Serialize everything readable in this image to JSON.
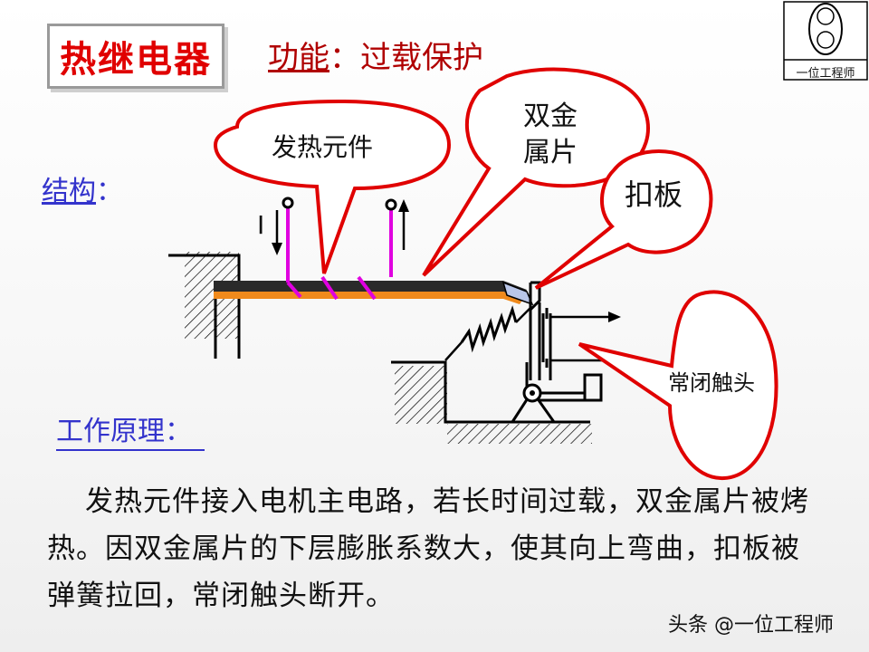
{
  "title": "热继电器",
  "function": {
    "label": "功能",
    "colon": "：",
    "value": "过载保护"
  },
  "structure_label": {
    "text": "结构",
    "colon": "："
  },
  "principle_label": "工作原理：",
  "callouts": {
    "heating_element": "发热元件",
    "bimetal_line1": "双金",
    "bimetal_line2": "属片",
    "lever": "扣板",
    "nc_contact": "常闭触头"
  },
  "current_symbol": "I",
  "paragraph": "发热元件接入电机主电路，若长时间过载，双金属片被烤热。因双金属片的下层膨胀系数大，使其向上弯曲，扣板被弹簧拉回，常闭触头断开。",
  "logo": {
    "caption": "一位工程师"
  },
  "watermark": "头条 @一位工程师",
  "colors": {
    "title_red": "#e00000",
    "blue_label": "#3333cc",
    "callout_border": "#e00000",
    "heater_wire": "#e000e0",
    "bimetal_lower": "#f08a1c",
    "bimetal_upper": "#2a2a2a"
  }
}
